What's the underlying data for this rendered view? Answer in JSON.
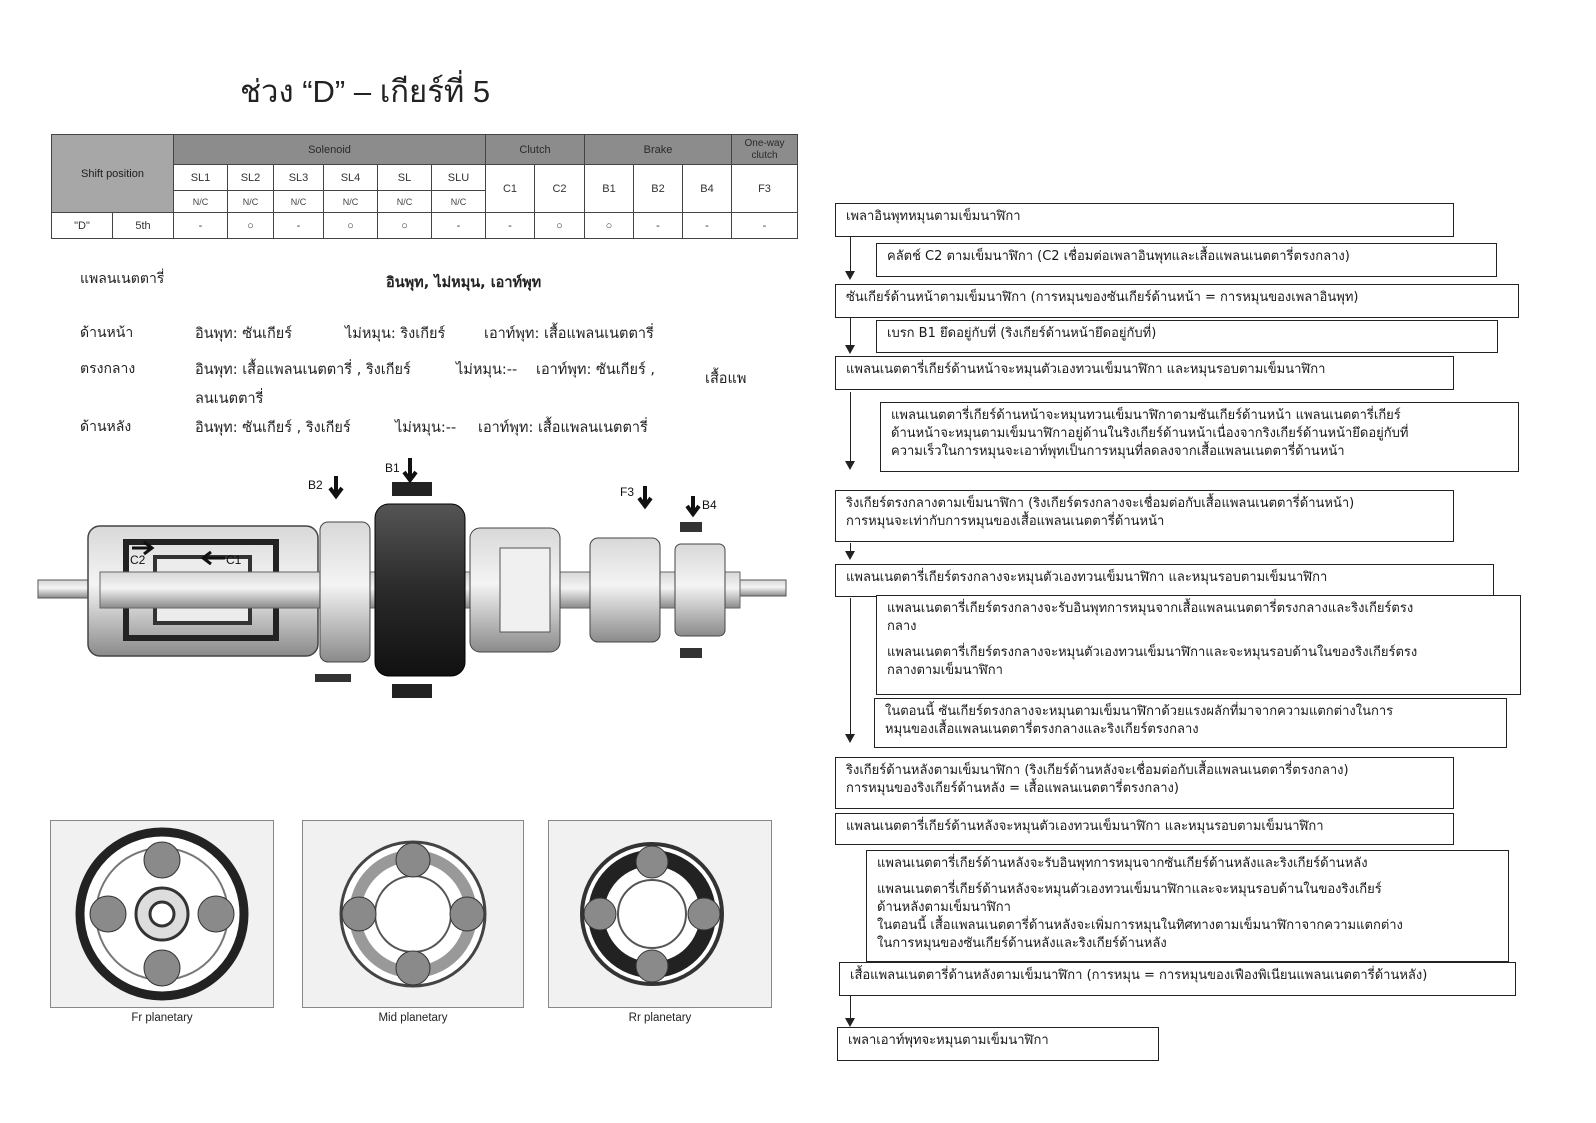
{
  "title": "ช่วง “D” – เกียร์ที่ 5",
  "engagement_table": {
    "shift_position_label": "Shift position",
    "groups": {
      "solenoid": "Solenoid",
      "clutch": "Clutch",
      "brake": "Brake",
      "oneway": "One-way clutch"
    },
    "solenoids": [
      "SL1",
      "SL2",
      "SL3",
      "SL4",
      "SL",
      "SLU"
    ],
    "nc": "N/C",
    "clutches": [
      "C1",
      "C2"
    ],
    "brakes": [
      "B1",
      "B2",
      "B4"
    ],
    "oneway": [
      "F3"
    ],
    "row": {
      "range": "\"D\"",
      "gear": "5th",
      "cells": [
        "-",
        "○",
        "-",
        "○",
        "○",
        "-",
        "-",
        "○",
        "○",
        "-",
        "-",
        "-"
      ]
    }
  },
  "planetary": {
    "col_label": "แพลนเนตตารี่",
    "header": "อินพุท, ไม่หมุน, เอาท์พุท",
    "rows": [
      {
        "name": "ด้านหน้า",
        "input": "อินพุท: ซันเกียร์",
        "fixed": "ไม่หมุน: ริงเกียร์",
        "output": "เอาท์พุท: เสื้อแพลนเนตตารี่"
      },
      {
        "name": "ตรงกลาง",
        "input": "อินพุท: เสื้อแพลนเนตตารี่ , ริงเกียร์",
        "fixed": "ไม่หมุน:--",
        "output": "เอาท์พุท: ซันเกียร์ ,",
        "output2": "เสื้อแพลนเนตตารี่"
      },
      {
        "name": "ด้านหลัง",
        "input": "อินพุท: ซันเกียร์ , ริงเกียร์",
        "fixed": "ไม่หมุน:--",
        "output": "เอาท์พุท: เสื้อแพลนเนตตารี่"
      }
    ]
  },
  "diagram_labels": {
    "B2": "B2",
    "B1": "B1",
    "F3": "F3",
    "B4": "B4",
    "C2": "C2",
    "C1": "C1"
  },
  "planetary_views": [
    "Fr planetary",
    "Mid planetary",
    "Rr planetary"
  ],
  "flow": [
    "เพลาอินพุทหมุนตามเข็มนาฬิกา",
    "คลัตช์ C2 ตามเข็มนาฬิกา (C2 เชื่อมต่อเพลาอินพุทและเสื้อแพลนเนตตารี่ตรงกลาง)",
    "ซันเกียร์ด้านหน้าตามเข็มนาฬิกา (การหมุนของซันเกียร์ด้านหน้า = การหมุนของเพลาอินพุท)",
    "เบรก B1 ยึดอยู่กับที่ (ริงเกียร์ด้านหน้ายึดอยู่กับที่)",
    "แพลนเนตตารี่เกียร์ด้านหน้าจะหมุนตัวเองทวนเข็มนาฬิกา และหมุนรอบตามเข็มนาฬิกา",
    [
      "แพลนเนตตารี่เกียร์ด้านหน้าจะหมุนทวนเข็มนาฬิกาตามซันเกียร์ด้านหน้า แพลนเนตตารี่เกียร์",
      "ด้านหน้าจะหมุนตามเข็มนาฬิกาอยู่ด้านในริงเกียร์ด้านหน้าเนื่องจากริงเกียร์ด้านหน้ายึดอยู่กับที่",
      "ความเร็วในการหมุนจะเอาท์พุทเป็นการหมุนที่ลดลงจากเสื้อแพลนเนตตารี่ด้านหน้า"
    ],
    [
      "ริงเกียร์ตรงกลางตามเข็มนาฬิกา (ริงเกียร์ตรงกลางจะเชื่อมต่อกับเสื้อแพลนเนตตารี่ด้านหน้า)",
      "การหมุนจะเท่ากับการหมุนของเสื้อแพลนเนตตารี่ด้านหน้า"
    ],
    "แพลนเนตตารี่เกียร์ตรงกลางจะหมุนตัวเองทวนเข็มนาฬิกา และหมุนรอบตามเข็มนาฬิกา",
    [
      "แพลนเนตตารี่เกียร์ตรงกลางจะรับอินพุทการหมุนจากเสื้อแพลนเนตตารี่ตรงกลางและริงเกียร์ตรง",
      "กลาง"
    ],
    [
      "แพลนเนตตารี่เกียร์ตรงกลางจะหมุนตัวเองทวนเข็มนาฬิกาและจะหมุนรอบด้านในของริงเกียร์ตรง",
      "กลางตามเข็มนาฬิกา"
    ],
    [
      "ในตอนนี้ ซันเกียร์ตรงกลางจะหมุนตามเข็มนาฬิกาด้วยแรงผลักที่มาจากความแตกต่างในการ",
      "หมุนของเสื้อแพลนเนตตารี่ตรงกลางและริงเกียร์ตรงกลาง"
    ],
    [
      "ริงเกียร์ด้านหลังตามเข็มนาฬิกา (ริงเกียร์ด้านหลังจะเชื่อมต่อกับเสื้อแพลนเนตตารี่ตรงกลาง)",
      "การหมุนของริงเกียร์ด้านหลัง = เสื้อแพลนเนตตารี่ตรงกลาง)"
    ],
    "แพลนเนตตารี่เกียร์ด้านหลังจะหมุนตัวเองทวนเข็มนาฬิกา และหมุนรอบตามเข็มนาฬิกา",
    "แพลนเนตตารี่เกียร์ด้านหลังจะรับอินพุทการหมุนจากซันเกียร์ด้านหลังและริงเกียร์ด้านหลัง",
    [
      "แพลนเนตตารี่เกียร์ด้านหลังจะหมุนตัวเองทวนเข็มนาฬิกาและจะหมุนรอบด้านในของริงเกียร์",
      "ด้านหลังตามเข็มนาฬิกา"
    ],
    [
      "ในตอนนี้ เสื้อแพลนเนตตารี่ด้านหลังจะเพิ่มการหมุนในทิศทางตามเข็มนาฬิกาจากความแตกต่าง",
      "ในการหมุนของซันเกียร์ด้านหลังและริงเกียร์ด้านหลัง"
    ],
    "เสื้อแพลนเนตตารี่ด้านหลังตามเข็มนาฬิกา (การหมุน = การหมุนของเฟืองพิเนียนแพลนเนตตารี่ด้านหลัง)",
    "เพลาเอาท์พุทจะหมุนตามเข็มนาฬิกา"
  ]
}
